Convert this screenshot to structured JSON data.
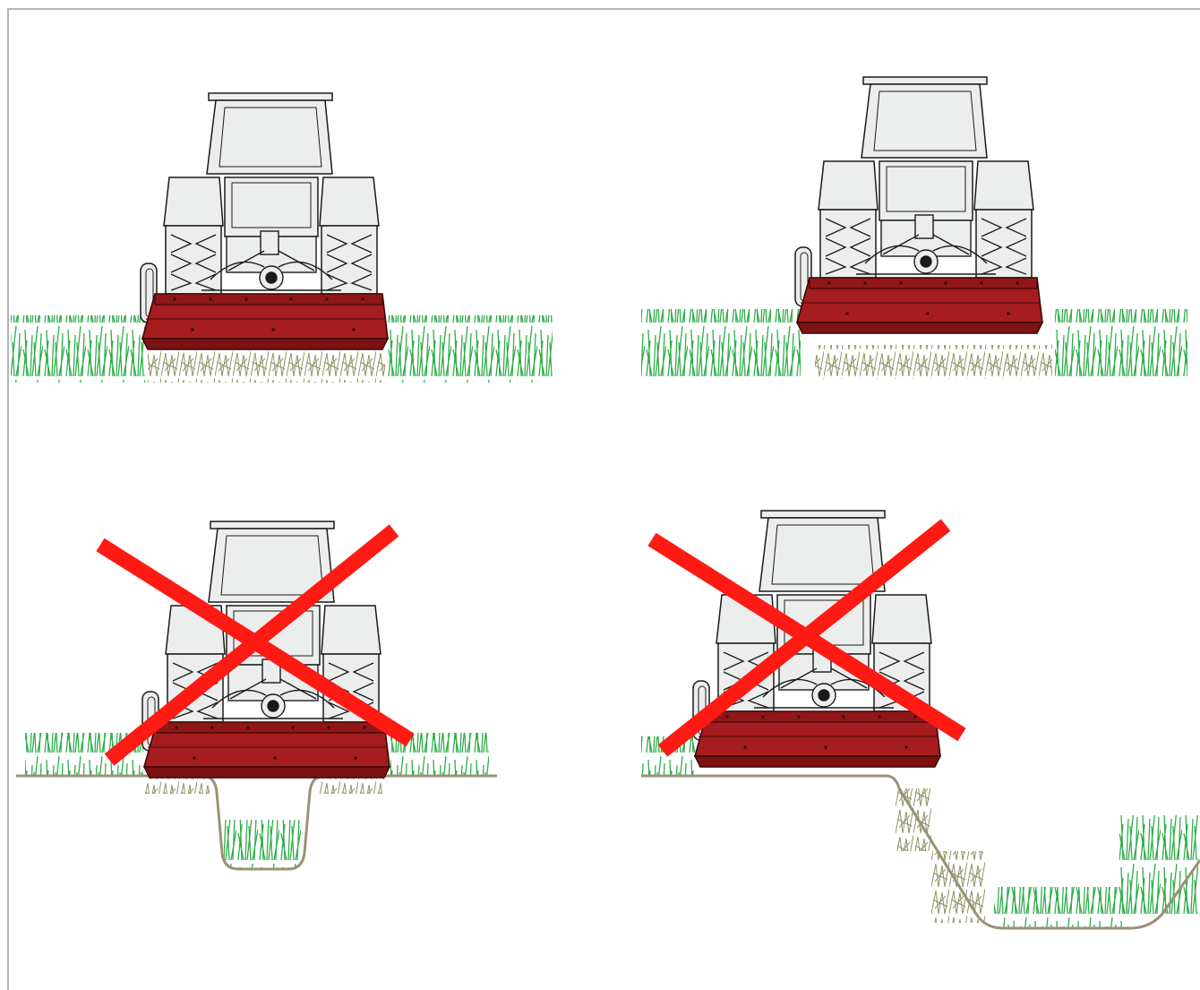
{
  "diagram": {
    "panels": [
      {
        "id": "flat-ground-narrow",
        "correct": true
      },
      {
        "id": "flat-ground-offset",
        "correct": true
      },
      {
        "id": "ditch-under-mower",
        "correct": false
      },
      {
        "id": "slope-beside-mower",
        "correct": false
      }
    ],
    "colors": {
      "frame": "#b4b4b4",
      "cab": "#eceeed",
      "outline": "#1a1a1a",
      "mower_body": "#a51d1e",
      "mower_dark": "#7d1213",
      "grass_tall": "#2fae4a",
      "grass_cut": "#8c9466",
      "ground_line": "#9a9276",
      "prohibition_cross": "#ff1a14"
    },
    "icons": [
      "tractor-icon",
      "flail-mower-icon",
      "grass-icon",
      "cut-grass-icon",
      "prohibition-cross-icon"
    ]
  }
}
